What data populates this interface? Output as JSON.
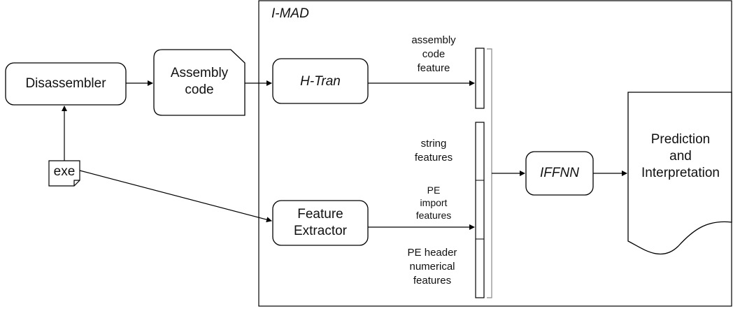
{
  "container": {
    "title": "I-MAD"
  },
  "nodes": {
    "disassembler": "Disassembler",
    "assembly_code": [
      "Assembly",
      "code"
    ],
    "exe": "exe",
    "htran": "H-Tran",
    "feature_extractor": [
      "Feature",
      "Extractor"
    ],
    "iffnn": "IFFNN",
    "prediction": [
      "Prediction",
      "and",
      "Interpretation"
    ]
  },
  "feature_labels": {
    "assembly_code_feature": [
      "assembly",
      "code",
      "feature"
    ],
    "string_features": [
      "string",
      "features"
    ],
    "pe_import_features": [
      "PE",
      "import",
      "features"
    ],
    "pe_header_features": [
      "PE header",
      "numerical",
      "features"
    ]
  }
}
